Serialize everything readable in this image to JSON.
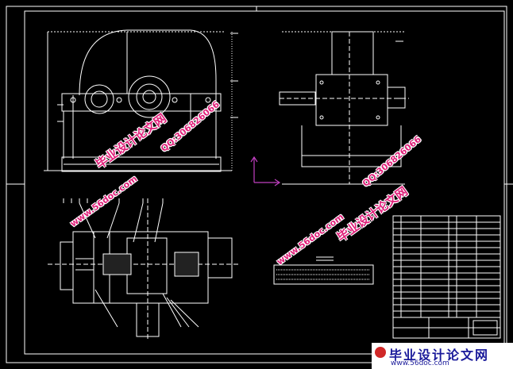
{
  "watermarks": {
    "site_name": "毕业设计论文网",
    "domain": "www.56doc.com",
    "qq": "QQ:306826066"
  },
  "footer": {
    "brand": "毕业设计论文网",
    "url": "www.56doc.com"
  },
  "colors": {
    "background": "#000000",
    "lines": "#ffffff",
    "watermark": "#e0207a",
    "axis_marker": "#c040c0"
  }
}
